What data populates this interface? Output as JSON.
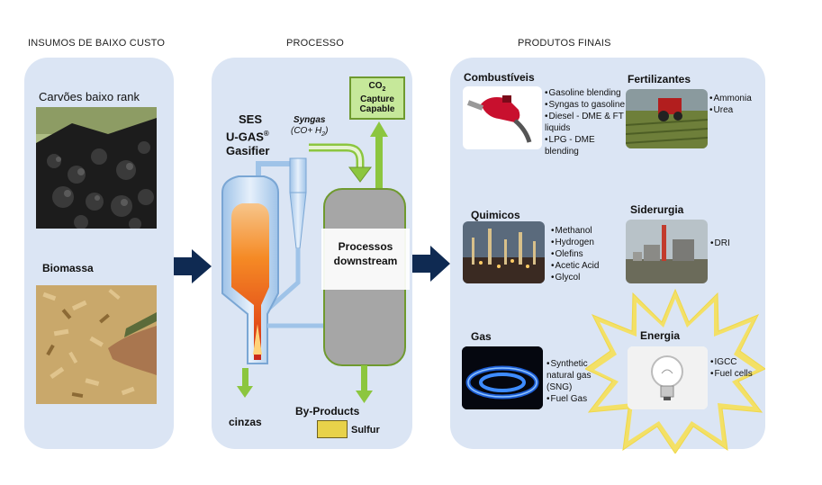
{
  "headers": {
    "inputs": "INSUMOS DE BAIXO CUSTO",
    "process": "PROCESSO",
    "products": "PRODUTOS  FINAIS"
  },
  "inputs": {
    "coal_label": "Carvões baixo rank",
    "biomass_label": "Biomassa"
  },
  "process": {
    "gasifier_line1": "SES",
    "gasifier_line2": "U-GAS",
    "gasifier_reg": "®",
    "gasifier_line3": "Gasifier",
    "syngas_label": "Syngas",
    "syngas_formula": "(CO+ H",
    "syngas_sub": "2",
    "syngas_close": ")",
    "co2_line1": "CO",
    "co2_sub": "2",
    "co2_line2": "Capture",
    "co2_line3": "Capable",
    "downstream_line1": "Processos",
    "downstream_line2": "downstream",
    "ash_label": "cinzas",
    "byproducts_label": "By-Products",
    "sulfur_label": "Sulfur"
  },
  "products": {
    "fuels": {
      "title": "Combustíveis",
      "items": [
        "Gasoline blending",
        "Syngas to gasoline",
        "Diesel - DME & FT liquids",
        "LPG - DME blending"
      ]
    },
    "fertilizers": {
      "title": "Fertilizantes",
      "items": [
        "Ammonia",
        "Urea"
      ]
    },
    "chemicals": {
      "title": "Quimicos",
      "items": [
        "Methanol",
        "Hydrogen",
        "Olefins",
        "Acetic Acid",
        "Glycol"
      ]
    },
    "steel": {
      "title": "Siderurgia",
      "items": [
        "DRI"
      ]
    },
    "gas": {
      "title": "Gas",
      "items": [
        "Synthetic natural gas (SNG)",
        "Fuel Gas"
      ]
    },
    "energy": {
      "title": "Energia",
      "items": [
        "IGCC",
        "Fuel cells"
      ]
    }
  },
  "colors": {
    "panel": "#dbe5f4",
    "arrow_navy": "#0f2a52",
    "arrow_green": "#8cc63f",
    "co2_box": "#c6e89a",
    "downstream_box": "#a6a6a6",
    "starburst": "#f3e066"
  }
}
